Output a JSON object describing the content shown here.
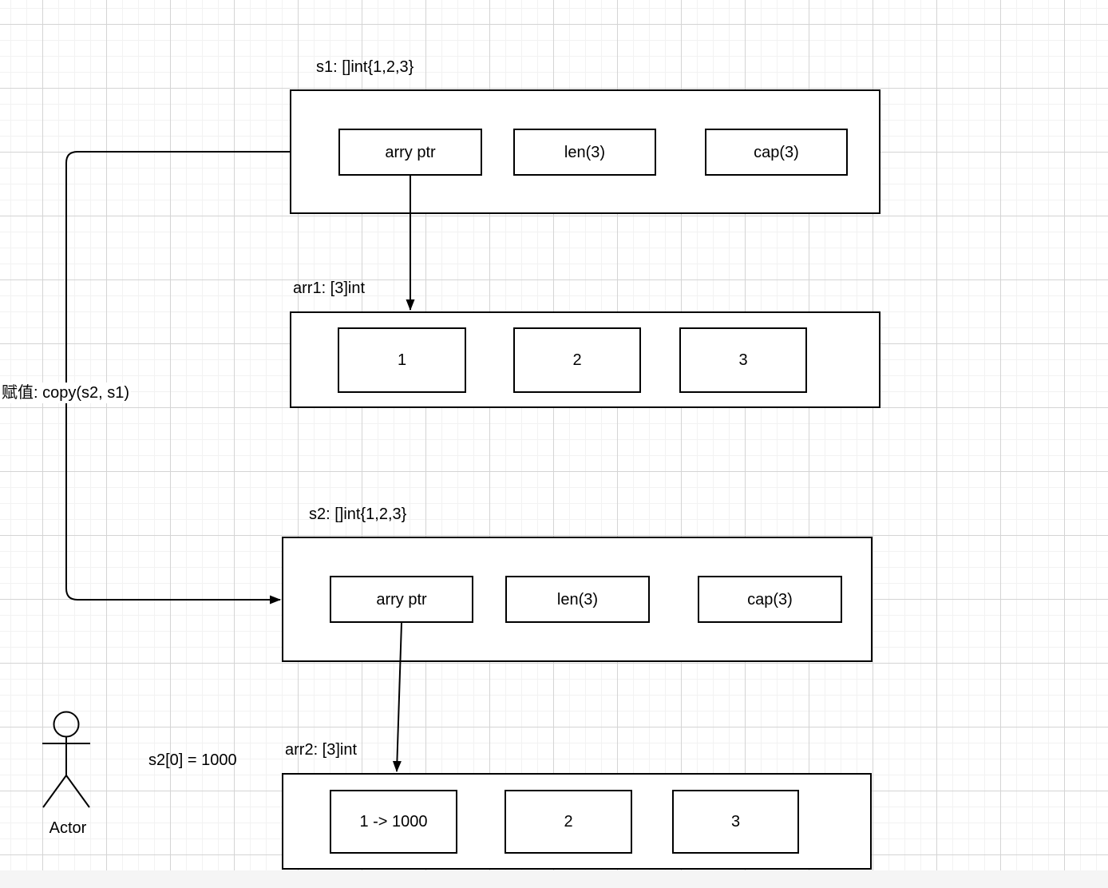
{
  "canvas": {
    "background": "#ffffff",
    "grid_minor_color": "#f2f2f2",
    "grid_major_color": "#d4d4d4",
    "footer_strip_color": "#f5f5f5",
    "stroke_color": "#000000"
  },
  "diagram": {
    "s1": {
      "title": "s1: []int{1,2,3}",
      "fields": [
        "arry ptr",
        "len(3)",
        "cap(3)"
      ]
    },
    "arr1": {
      "title": "arr1: [3]int",
      "cells": [
        "1",
        "2",
        "3"
      ]
    },
    "s2": {
      "title": "s2: []int{1,2,3}",
      "fields": [
        "arry ptr",
        "len(3)",
        "cap(3)"
      ]
    },
    "arr2": {
      "title": "arr2: [3]int",
      "cells": [
        "1 -> 1000",
        "2",
        "3"
      ]
    },
    "labels": {
      "copy_edge": "赋值: copy(s2, s1)",
      "assignment": "s2[0] = 1000",
      "actor": "Actor"
    }
  }
}
